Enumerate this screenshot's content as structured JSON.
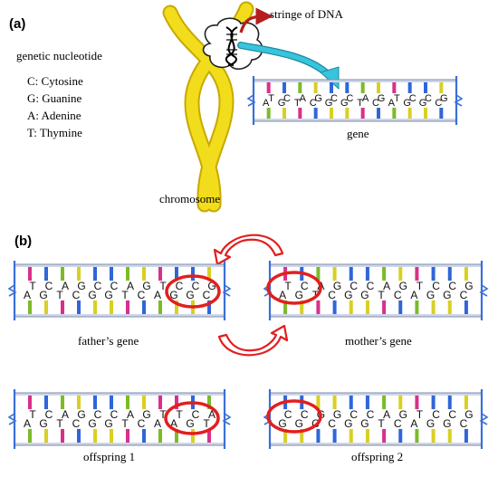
{
  "panels": {
    "a": "(a)",
    "b": "(b)"
  },
  "legend": {
    "title": "genetic nucleotide",
    "items": [
      {
        "letter": "C",
        "name": "Cytosine",
        "text": "C: Cytosine"
      },
      {
        "letter": "G",
        "name": "Guanine",
        "text": "G: Guanine"
      },
      {
        "letter": "A",
        "name": "Adenine",
        "text": "A: Adenine"
      },
      {
        "letter": "T",
        "name": "Thymine",
        "text": "T: Thymine"
      }
    ]
  },
  "labels": {
    "dna_strand": "stringe of DNA",
    "gene": "gene",
    "chromosome": "chromosome",
    "father": "father’s gene",
    "mother": "mother’s gene",
    "offspring1": "offspring 1",
    "offspring2": "offspring 2"
  },
  "genes": {
    "a_gene": {
      "top": "TCAGCCAGTCCG",
      "bottom": "AGTCGGTCAGGC"
    },
    "father": {
      "top": "TCAGCCAGTCCG",
      "bottom": "AGTCGGTCAGGC"
    },
    "mother": {
      "top": "TCAGCCAGTCCG",
      "bottom": "AGTCGGTCAGGC"
    },
    "offspring1": {
      "top": "TCAGCCAGTTCA",
      "bottom": "AGTCGGTCAAGT"
    },
    "offspring2": {
      "top": "CCGGCCAGTCCG",
      "bottom": "GGCCGGTCAGGC"
    }
  },
  "colors": {
    "chromosome_fill": "#f2dd1c",
    "chromosome_edge": "#c9a800",
    "highlight": "#e31e1e",
    "dna_arrow": "#b51e1e",
    "gene_arrow": "#38c4dc",
    "strand_frame": "#3a6fd8",
    "bar_A": "#7cba2a",
    "bar_T": "#d8308a",
    "bar_G": "#d8d022",
    "bar_C": "#2f66d8"
  }
}
